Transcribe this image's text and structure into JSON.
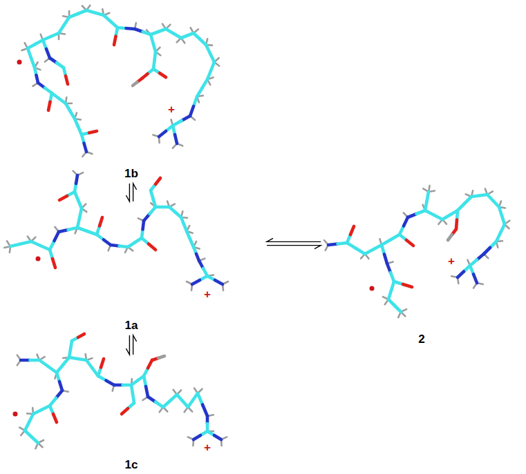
{
  "diagram": {
    "nodes": [
      {
        "text": [
          "1b"
        ]
      },
      {
        "text": [
          "1a"
        ]
      },
      {
        "text": [
          "2"
        ]
      },
      {
        "text": [
          "1c"
        ]
      }
    ],
    "edges": [
      {
        "from": 0,
        "to": 1,
        "arrow": "both"
      },
      {
        "from": 1,
        "to": 2,
        "arrow": "both"
      },
      {
        "from": 1,
        "to": 3,
        "arrow": "both"
      }
    ],
    "labels": [
      "+",
      "+",
      "+",
      "+"
    ]
  }
}
